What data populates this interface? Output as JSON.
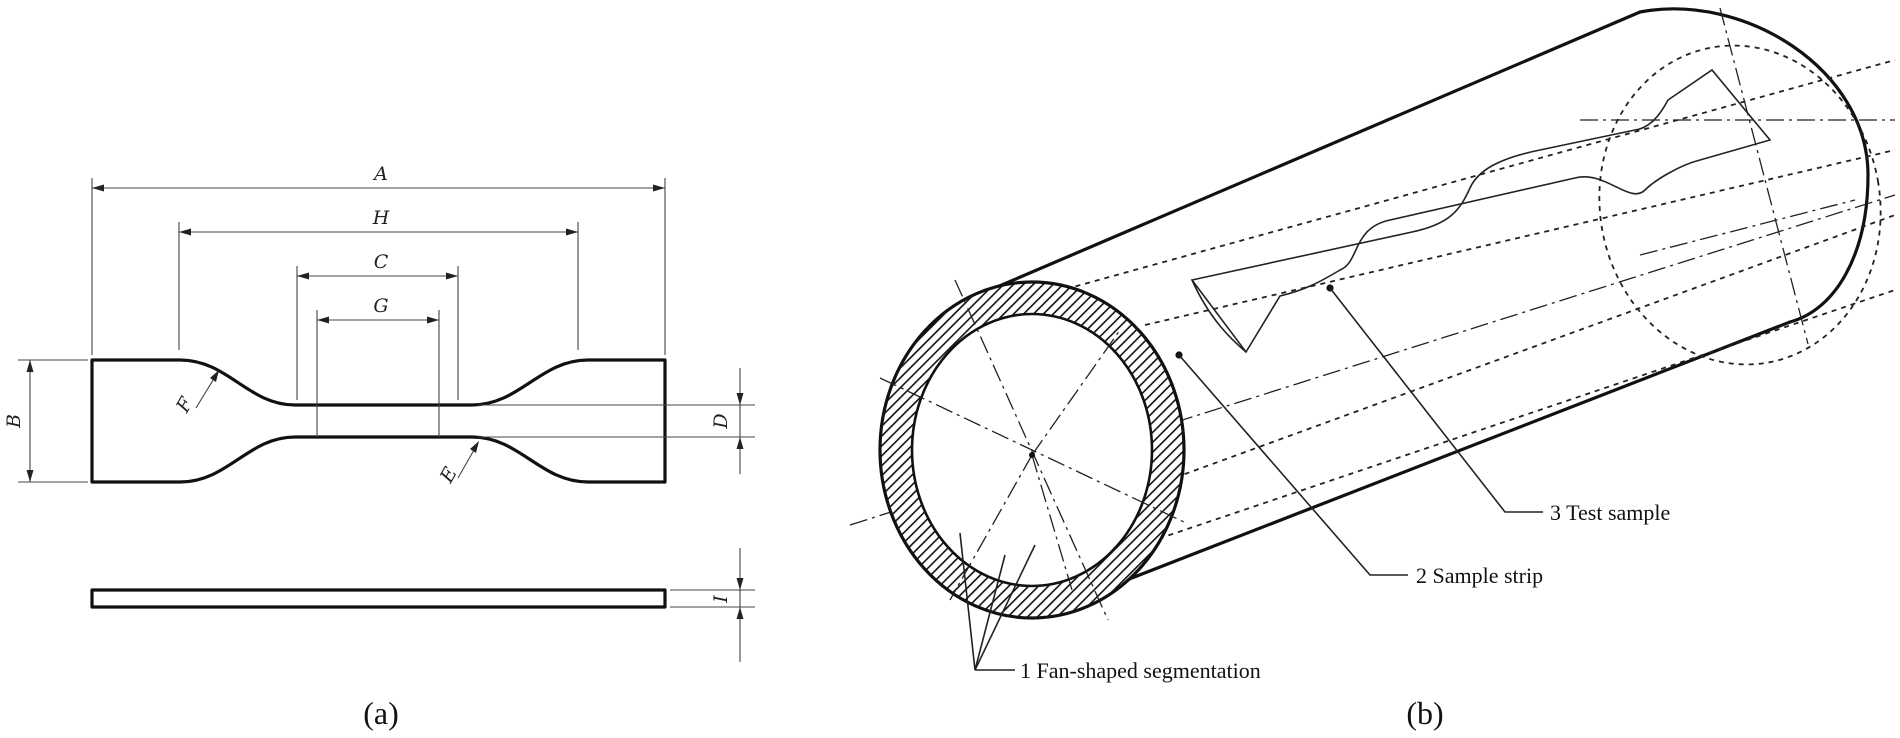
{
  "panel_a": {
    "dimension_labels": {
      "A": "A",
      "H": "H",
      "C": "C",
      "G": "G",
      "B": "B",
      "F": "F",
      "E": "E",
      "D": "D",
      "I": "I"
    },
    "caption": "(a)"
  },
  "panel_b": {
    "callouts": {
      "test_sample": "3 Test sample",
      "sample_strip": "2 Sample strip",
      "fan_segmentation": "1 Fan-shaped segmentation"
    },
    "caption": "(b)"
  }
}
